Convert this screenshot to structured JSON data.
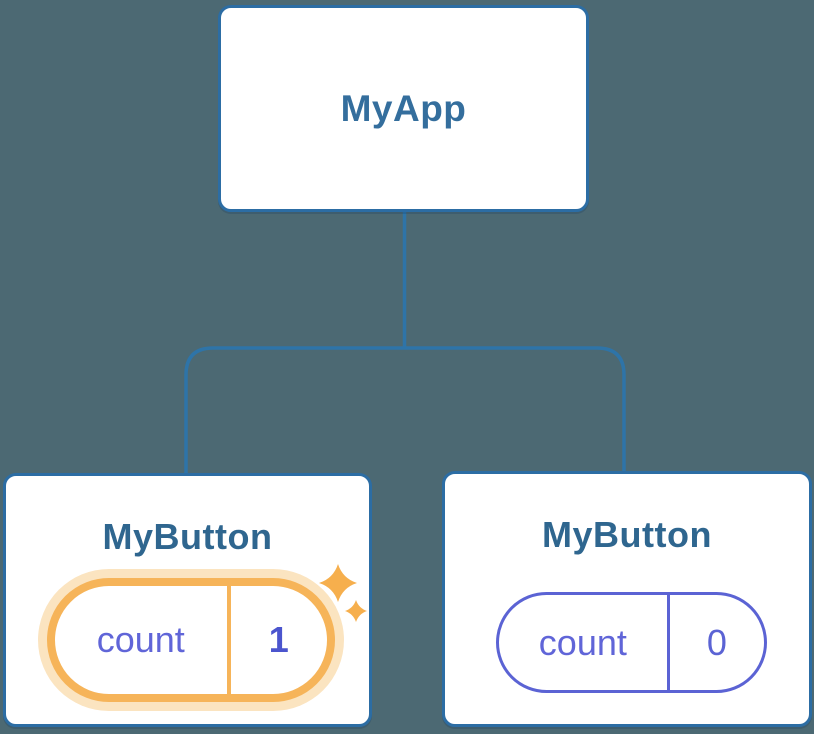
{
  "diagram": {
    "app": {
      "title": "MyApp"
    },
    "buttons": {
      "left": {
        "title": "MyButton",
        "state_label": "count",
        "state_value": "1",
        "highlighted": true
      },
      "right": {
        "title": "MyButton",
        "state_label": "count",
        "state_value": "0",
        "highlighted": false
      }
    }
  },
  "icons": {
    "sparkle": "sparkle-icon"
  },
  "colors": {
    "background": "#4C6973",
    "connector_line": "#2E74A8",
    "card_border": "#2C6DA4",
    "app_title_text": "#346E9D",
    "button_title_text": "#2F668F",
    "state_label_text": "#6065D8",
    "state_value_highlighted_text": "#4B55CE",
    "state_pill_normal_border": "#5B63D4",
    "highlight_ring": "#F6B459",
    "highlight_glow": "#FBE4C0",
    "sparkle": "#F6AF4D"
  }
}
